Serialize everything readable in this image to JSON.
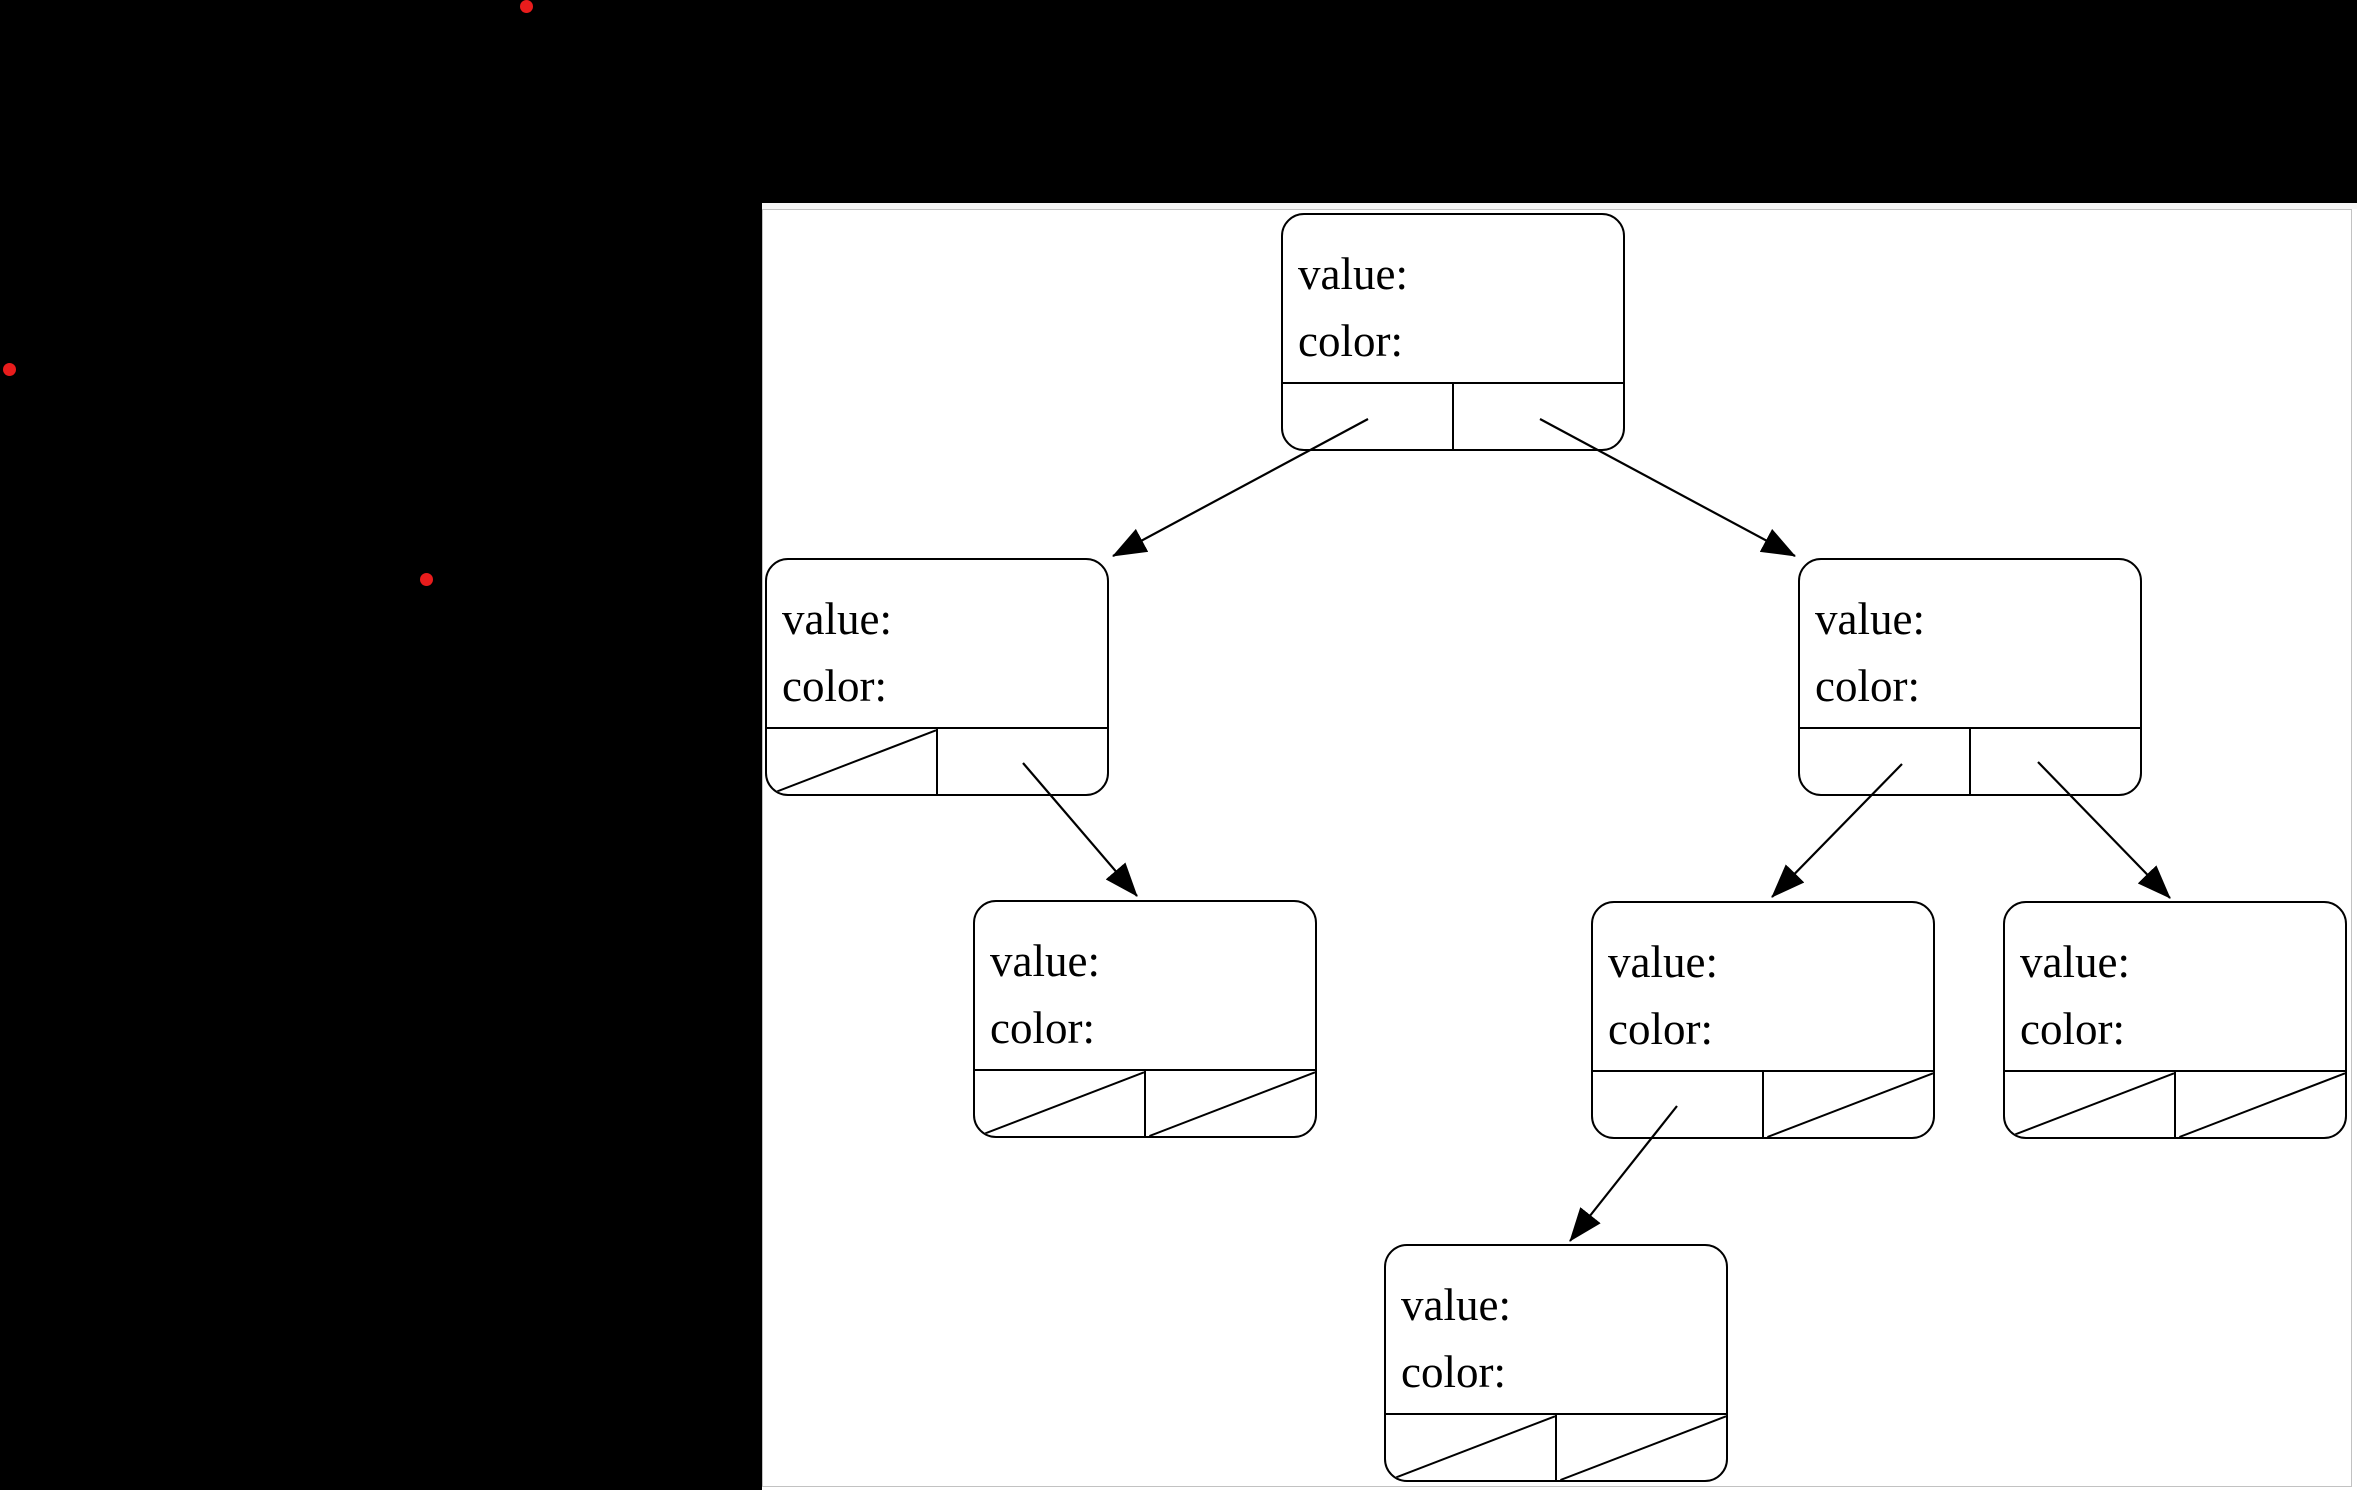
{
  "window": {
    "desktop_background": "#000000",
    "panel_background": "#ffffff",
    "panel_border_color": "#c2c2c2",
    "panel_top_strip_color": "#f6f6f6"
  },
  "markers": {
    "dot_color": "#e81c1c",
    "dot_count": 3
  },
  "diagram": {
    "type": "red-black-tree-node-diagram",
    "line_color": "#000000",
    "nodes": [
      {
        "id": "root",
        "value_label": "value:",
        "color_label": "color:",
        "left_pointer": "child",
        "right_pointer": "child"
      },
      {
        "id": "left-child",
        "value_label": "value:",
        "color_label": "color:",
        "left_pointer": "null",
        "right_pointer": "child"
      },
      {
        "id": "right-child",
        "value_label": "value:",
        "color_label": "color:",
        "left_pointer": "child",
        "right_pointer": "child"
      },
      {
        "id": "left-grandchild",
        "value_label": "value:",
        "color_label": "color:",
        "left_pointer": "null",
        "right_pointer": "null"
      },
      {
        "id": "middle-grandchild",
        "value_label": "value:",
        "color_label": "color:",
        "left_pointer": "child",
        "right_pointer": "null"
      },
      {
        "id": "right-grandchild",
        "value_label": "value:",
        "color_label": "color:",
        "left_pointer": "null",
        "right_pointer": "null"
      },
      {
        "id": "great-grandchild",
        "value_label": "value:",
        "color_label": "color:",
        "left_pointer": "null",
        "right_pointer": "null"
      }
    ],
    "edges": [
      {
        "from": "root",
        "slot": "left",
        "to": "left-child"
      },
      {
        "from": "root",
        "slot": "right",
        "to": "right-child"
      },
      {
        "from": "left-child",
        "slot": "right",
        "to": "left-grandchild"
      },
      {
        "from": "right-child",
        "slot": "left",
        "to": "middle-grandchild"
      },
      {
        "from": "right-child",
        "slot": "right",
        "to": "right-grandchild"
      },
      {
        "from": "middle-grandchild",
        "slot": "left",
        "to": "great-grandchild"
      }
    ]
  }
}
